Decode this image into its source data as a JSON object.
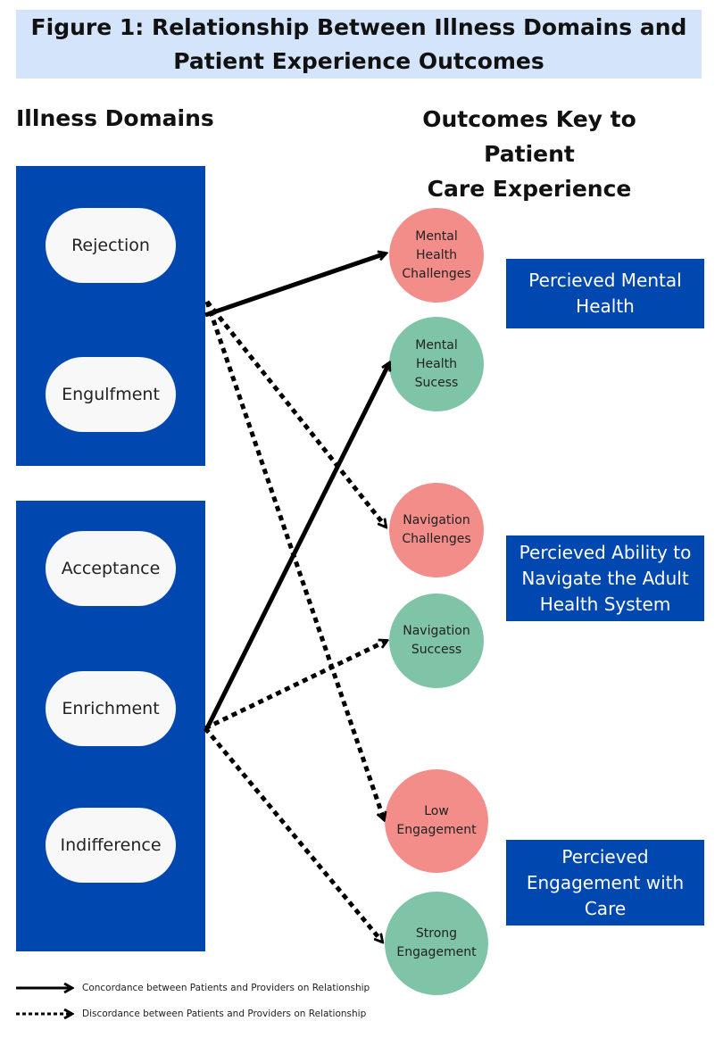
{
  "title": {
    "line1": "Figure 1: Relationship Between Illness Domains and",
    "line2": "Patient Experience Outcomes"
  },
  "headings": {
    "domains": "Illness Domains",
    "outcomes_line1": "Outcomes Key to Patient",
    "outcomes_line2": "Care Experience"
  },
  "domains": {
    "rejection": "Rejection",
    "engulfment": "Engulfment",
    "acceptance": "Acceptance",
    "enrichment": "Enrichment",
    "indifference": "Indifference"
  },
  "outcomes": {
    "mental_health_challenges": "Mental Health Challenges",
    "mental_health_success": "Mental Health Sucess",
    "navigation_challenges": "Navigation Challenges",
    "navigation_success": "Navigation Success",
    "low_engagement": "Low Engagement",
    "strong_engagement": "Strong Engagement"
  },
  "perceived": {
    "mental_health": "Percieved Mental Health",
    "navigation": "Percieved Ability to Navigate the Adult Health System",
    "engagement": "Percieved Engagement with Care"
  },
  "legend": {
    "concordance": "Concordance between Patients and Providers on Relationship",
    "discordance": "Discordance between Patients and Providers on Relationship"
  },
  "colors": {
    "domain_blue": "#0047b0",
    "title_bg": "#d4e4fb",
    "challenge_red": "#f28d8a",
    "success_green": "#7fc4a6"
  },
  "connections": [
    {
      "from": "rejection-engulfment",
      "to": "mental_health_challenges",
      "style": "concordance"
    },
    {
      "from": "rejection-engulfment",
      "to": "navigation_challenges",
      "style": "discordance"
    },
    {
      "from": "rejection-engulfment",
      "to": "low_engagement",
      "style": "discordance"
    },
    {
      "from": "acceptance-enrichment-indifference",
      "to": "mental_health_success",
      "style": "concordance"
    },
    {
      "from": "acceptance-enrichment-indifference",
      "to": "navigation_success",
      "style": "discordance"
    },
    {
      "from": "acceptance-enrichment-indifference",
      "to": "strong_engagement",
      "style": "discordance"
    }
  ]
}
